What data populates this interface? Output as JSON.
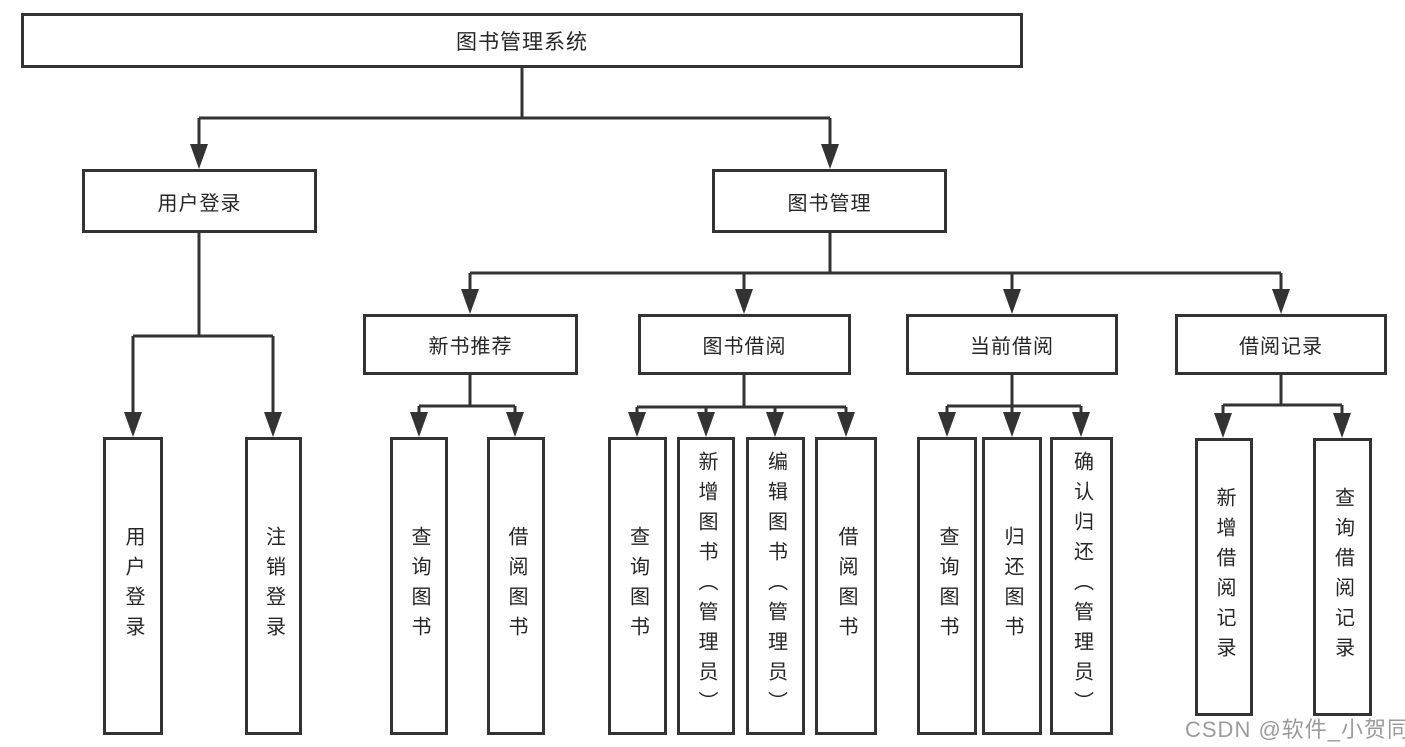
{
  "diagram_title": "图书管理系统",
  "nodes": {
    "root": "图书管理系统",
    "user_login": "用户登录",
    "book_mgmt": "图书管理",
    "new_books": "新书推荐",
    "book_borrow": "图书借阅",
    "current_borrow": "当前借阅",
    "borrow_records": "借阅记录",
    "leaves": {
      "user_login": [
        "用户登录",
        "注销登录"
      ],
      "new_books": [
        "查询图书",
        "借阅图书"
      ],
      "book_borrow": [
        "查询图书",
        "新增图书（管理员）",
        "编辑图书（管理员）",
        "借阅图书"
      ],
      "current_borrow": [
        "查询图书",
        "归还图书",
        "确认归还（管理员）"
      ],
      "borrow_records": [
        "新增借阅记录",
        "查询借阅记录"
      ]
    }
  },
  "watermark": "CSDN @软件_小贺同学",
  "colors": {
    "line": "#333333",
    "text": "#262626",
    "watermark": "#9b9b9b",
    "background": "#ffffff"
  }
}
